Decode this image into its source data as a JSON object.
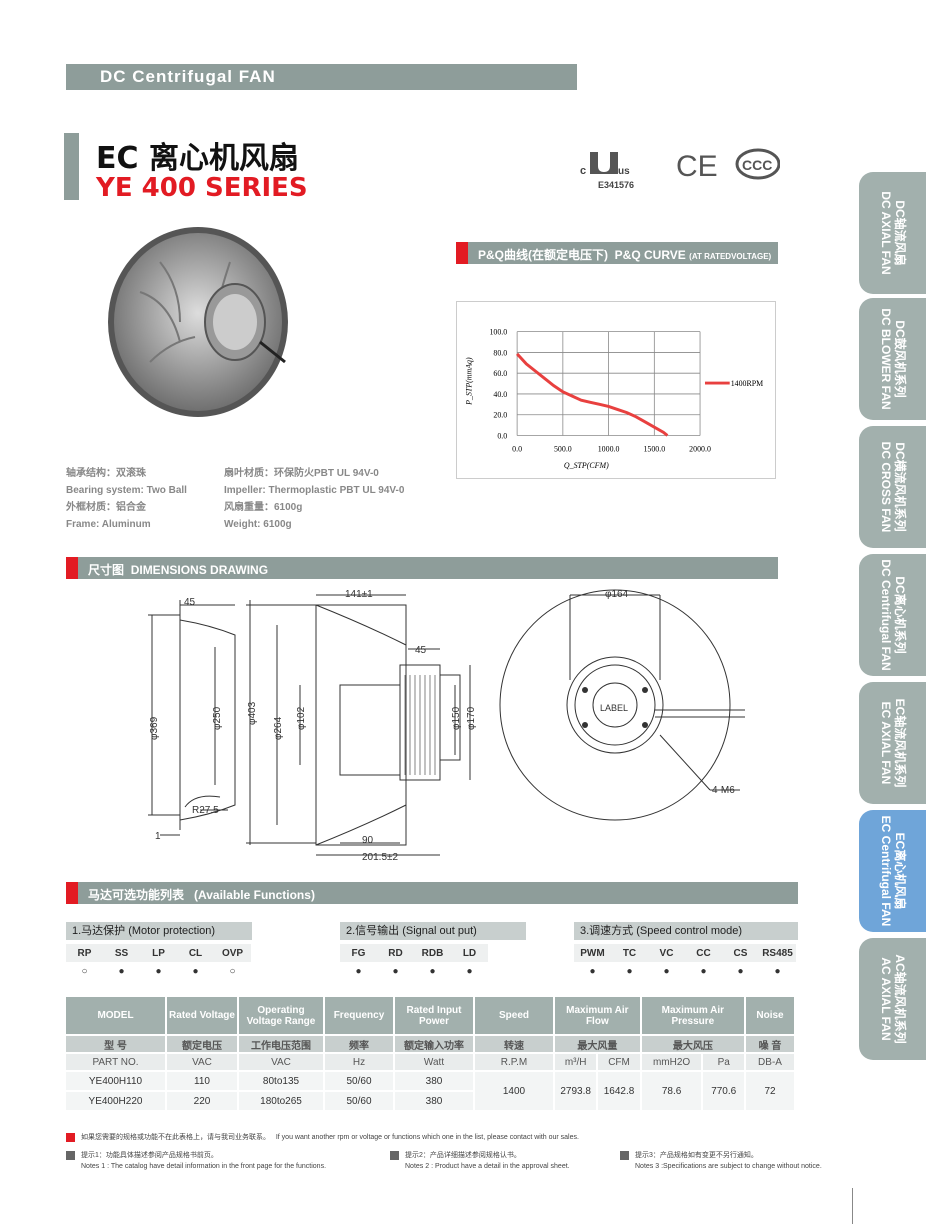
{
  "header": {
    "category": "DC Centrifugal FAN",
    "title_cn": "EC 离心机风扇",
    "series": "YE 400 SERIES"
  },
  "certs": {
    "file_no": "E341576",
    "ce": "CE"
  },
  "pq": {
    "title_cn": "P&Q曲线(在额定电压下)",
    "title_en": "P&Q CURVE",
    "title_sub": "(AT RATEDVOLTAGE)"
  },
  "specs": {
    "bearing_cn": "轴承结构：双滚珠",
    "bearing_en": "Bearing system: Two Ball",
    "frame_cn": "外框材质：铝合金",
    "frame_en": "Frame: Aluminum",
    "impeller_cn": "扇叶材质：环保防火PBT UL 94V-0",
    "impeller_en": "Impeller: Thermoplastic PBT UL 94V-0",
    "weight_cn": "风扇重量：6100g",
    "weight_en": "Weight: 6100g"
  },
  "chart_data": {
    "type": "line",
    "xlabel": "Q_STP(CFM)",
    "ylabel": "P_STP(mmAq)",
    "xlim": [
      0,
      2000
    ],
    "ylim": [
      0,
      100
    ],
    "xticks": [
      "0.0",
      "500.0",
      "1000.0",
      "1500.0",
      "2000.0"
    ],
    "yticks": [
      "100.0",
      "80.0",
      "60.0",
      "40.0",
      "20.0",
      "0.0"
    ],
    "series": [
      {
        "name": "1400RPM",
        "color": "#e8403f",
        "x": [
          0,
          100,
          200,
          300,
          400,
          500,
          600,
          700,
          800,
          900,
          1000,
          1100,
          1200,
          1300,
          1400,
          1500,
          1600,
          1643
        ],
        "y": [
          78.6,
          69,
          62,
          55,
          48,
          42,
          38,
          34,
          32,
          30,
          28,
          25,
          22,
          18,
          13,
          8,
          3,
          0
        ]
      }
    ]
  },
  "dim": {
    "title_cn": "尺寸图",
    "title_en": "DIMENSIONS DRAWING",
    "d45a": "45",
    "d369": "φ369",
    "d250": "φ250",
    "r275": "R27.5",
    "d1": "1",
    "d141": "141±1",
    "d403": "φ403",
    "d264": "φ264",
    "d102": "φ102",
    "d45b": "45",
    "d150": "φ150",
    "d170": "φ170",
    "d90": "90",
    "d2015": "201.5±2",
    "d164": "φ164",
    "label": "LABEL",
    "m6": "4-M6"
  },
  "functions": {
    "title_cn": "马达可选功能列表",
    "title_en": "(Available Functions)",
    "groups": [
      {
        "title": "1.马达保护 (Motor protection)",
        "items": [
          "RP",
          "SS",
          "LP",
          "CL",
          "OVP"
        ],
        "marks": [
          "○",
          "●",
          "●",
          "●",
          "○"
        ]
      },
      {
        "title": "2.信号输出 (Signal out put)",
        "items": [
          "FG",
          "RD",
          "RDB",
          "LD"
        ],
        "marks": [
          "●",
          "●",
          "●",
          "●"
        ]
      },
      {
        "title": "3.调速方式 (Speed control mode)",
        "items": [
          "PWM",
          "TC",
          "VC",
          "CC",
          "CS",
          "RS485"
        ],
        "marks": [
          "●",
          "●",
          "●",
          "●",
          "●",
          "●"
        ]
      }
    ]
  },
  "table": {
    "h1": [
      "MODEL",
      "Rated Voltage",
      "Operating Voltage Range",
      "Frequency",
      "Rated Input Power",
      "Speed",
      "Maximum Air Flow",
      "Maximum Air Pressure",
      "Noise"
    ],
    "h2": [
      "型 号",
      "额定电压",
      "工作电压范围",
      "频率",
      "额定输入功率",
      "转速",
      "最大风量",
      "最大风压",
      "噪 音"
    ],
    "h3": [
      "PART NO.",
      "VAC",
      "VAC",
      "Hz",
      "Watt",
      "R.P.M",
      "m³/H",
      "CFM",
      "mmH2O",
      "Pa",
      "DB-A"
    ],
    "rows": [
      {
        "model": "YE400H110",
        "rv": "110",
        "ovr": "80to135",
        "freq": "50/60",
        "power": "380"
      },
      {
        "model": "YE400H220",
        "rv": "220",
        "ovr": "180to265",
        "freq": "50/60",
        "power": "380"
      }
    ],
    "shared": {
      "speed": "1400",
      "m3h": "2793.8",
      "cfm": "1642.8",
      "mmh2o": "78.6",
      "pa": "770.6",
      "noise": "72"
    }
  },
  "notes": {
    "top_cn": "如果您需要的规格或功能不在此表格上，请与我司业务联系。",
    "top_en": "If you want another rpm or voltage or functions which one in the list, please contact with our sales.",
    "n1_cn": "提示1：功能具体描述参阅产品规格书前页。",
    "n1_en": "Notes 1 : The catalog have detail information in the front page for the functions.",
    "n2_cn": "提示2：产品详细描述参阅规格认书。",
    "n2_en": "Notes 2 : Product have a detail in the approval sheet.",
    "n3_cn": "提示3：产品规格如有变更不另行通知。",
    "n3_en": "Notes 3 :Specifications are subject to change without notice."
  },
  "tabs": [
    {
      "cn": "DC轴流风扇",
      "en": "DC AXIAL FAN"
    },
    {
      "cn": "DC鼓风机系列",
      "en": "DC BLOWER FAN"
    },
    {
      "cn": "DC横流风机系列",
      "en": "DC CROSS FAN"
    },
    {
      "cn": "DC离心机系列",
      "en": "DC Centrifugal FAN"
    },
    {
      "cn": "EC轴流风机系列",
      "en": "EC AXIAL FAN"
    },
    {
      "cn": "EC离心机风扇",
      "en": "EC Centrifugal FAN"
    },
    {
      "cn": "AC轴流风机系列",
      "en": "AC AXIAL FAN"
    }
  ]
}
